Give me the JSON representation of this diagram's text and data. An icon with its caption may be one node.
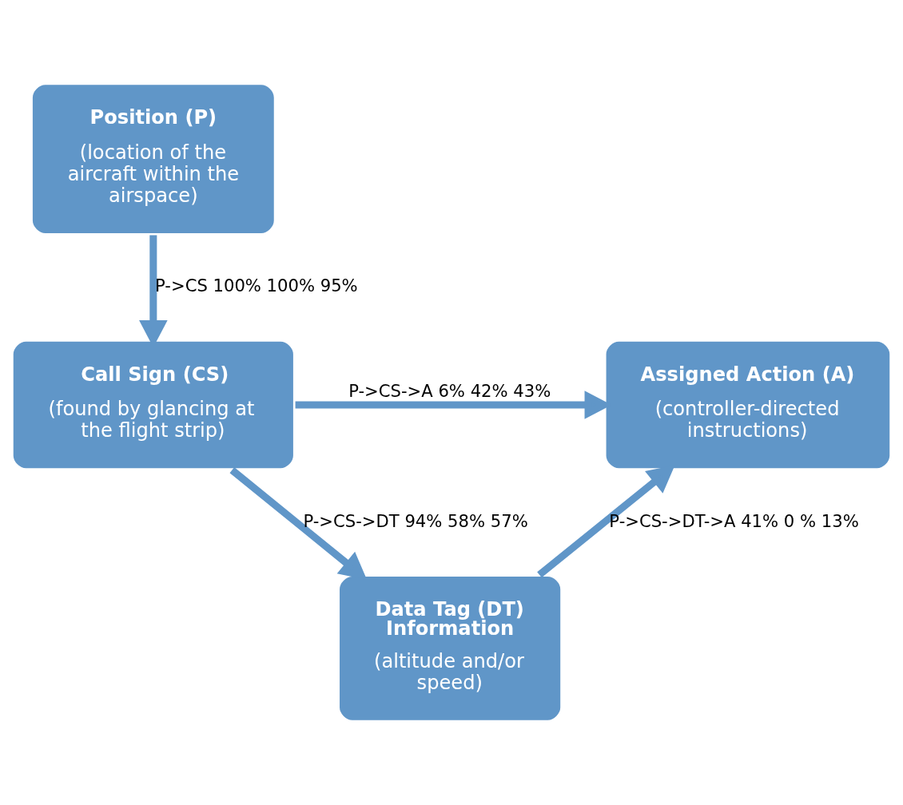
{
  "diagram": {
    "nodes": [
      {
        "text": [
          "Position (P)",
          "(location of the aircraft within the airspace)"
        ]
      },
      {
        "text": [
          "Call Sign (CS)",
          "(found by glancing at the flight strip)"
        ]
      },
      {
        "text": [
          "Data Tag (DT) Information",
          "(altitude and/or speed)"
        ]
      },
      {
        "text": [
          "Assigned Action (A)",
          "(controller-directed instructions)"
        ]
      }
    ],
    "edges": [
      {
        "from": 0,
        "to": 1,
        "arrow": "to",
        "label": "P->CS 100% 100% 95%"
      },
      {
        "from": 1,
        "to": 3,
        "arrow": "to",
        "label": "P->CS->A 6% 42% 43%"
      },
      {
        "from": 1,
        "to": 2,
        "arrow": "to",
        "label": "P->CS->DT 94% 58% 57%"
      },
      {
        "from": 2,
        "to": 3,
        "arrow": "to",
        "label": "P->CS->DT->A 41% 0 % 13%"
      }
    ]
  }
}
